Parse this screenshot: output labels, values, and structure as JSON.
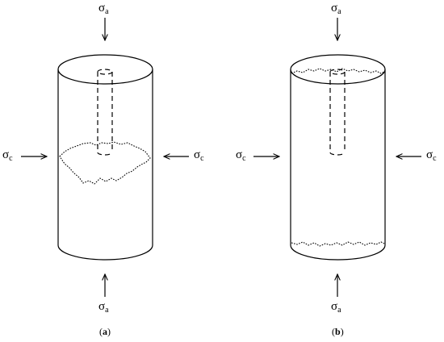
{
  "labels": {
    "sigma": "σ",
    "axial_sub": "a",
    "confining_sub": "c"
  },
  "captions": {
    "a": {
      "open": "(",
      "letter": "a",
      "close": ")"
    },
    "b": {
      "open": "(",
      "letter": "b",
      "close": ")"
    }
  },
  "colors": {
    "stroke": "#000000",
    "background": "#ffffff"
  }
}
